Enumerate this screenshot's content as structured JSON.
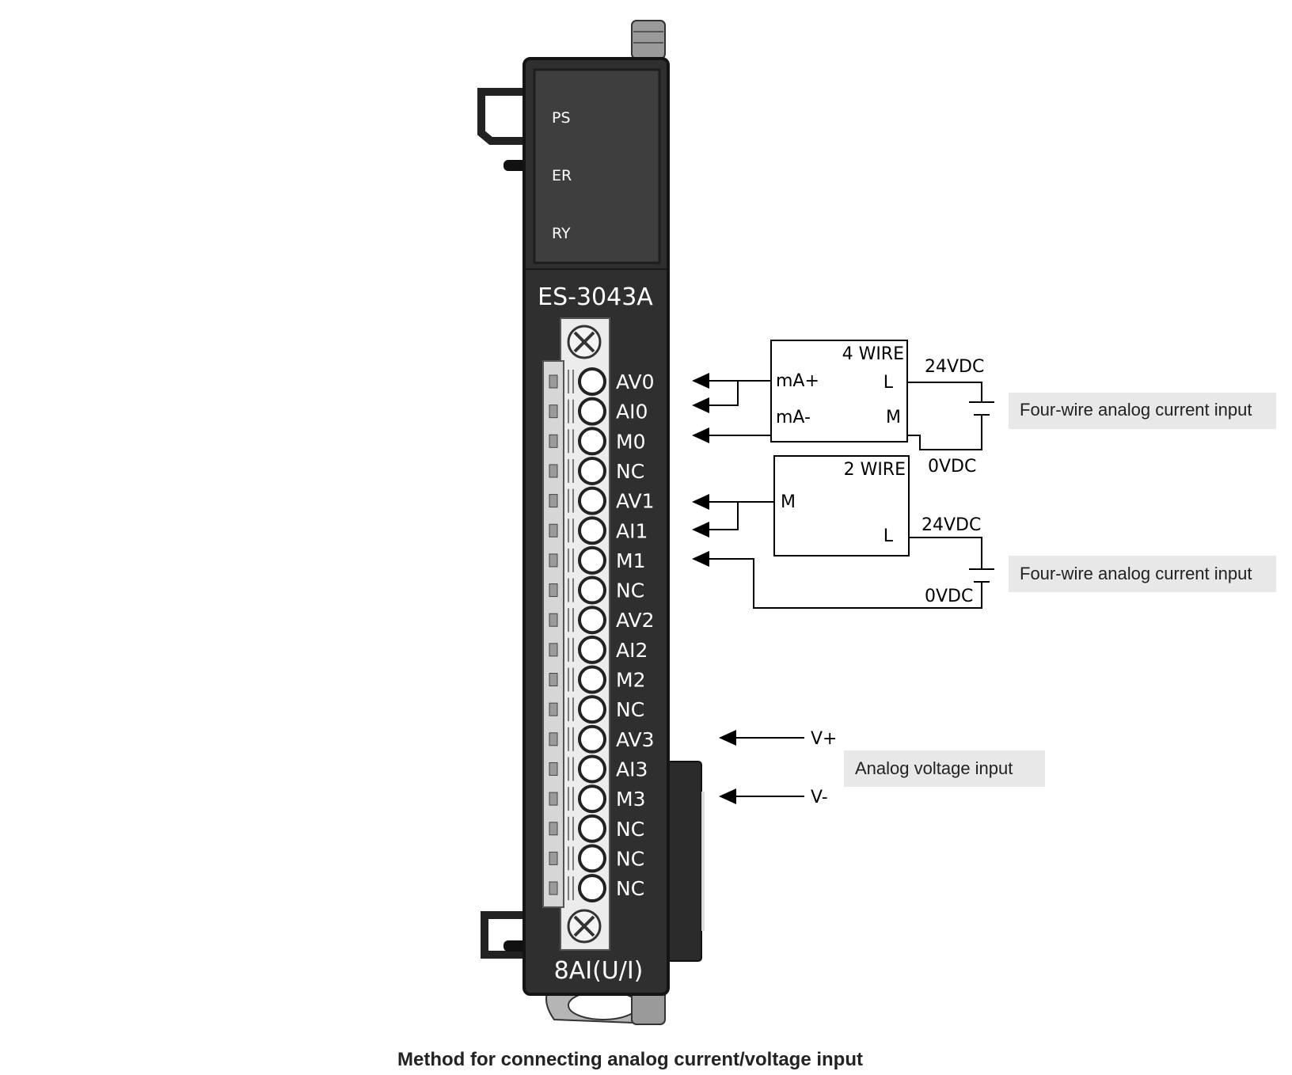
{
  "module": {
    "model": "ES-3043A",
    "type_label": "8AI(U/I)",
    "leds": [
      "PS",
      "ER",
      "RY"
    ],
    "terminals": [
      "AV0",
      "AI0",
      "M0",
      "NC",
      "AV1",
      "AI1",
      "M1",
      "NC",
      "AV2",
      "AI2",
      "M2",
      "NC",
      "AV3",
      "AI3",
      "M3",
      "NC",
      "NC",
      "NC"
    ]
  },
  "four_wire": {
    "title": "4 WIRE",
    "pin_mA_plus": "mA+",
    "pin_mA_minus": "mA-",
    "pin_L": "L",
    "pin_M": "M",
    "supply_plus": "24VDC",
    "supply_minus": "0VDC",
    "annotation": "Four-wire analog current input"
  },
  "two_wire": {
    "title": "2 WIRE",
    "pin_M": "M",
    "pin_L": "L",
    "supply_plus": "24VDC",
    "supply_minus": "0VDC",
    "annotation": "Four-wire analog current input"
  },
  "voltage": {
    "plus": "V+",
    "minus": "V-",
    "annotation": "Analog voltage input"
  },
  "caption": "Method for connecting analog current/voltage input",
  "colors": {
    "module_body": "#2f2f2f",
    "module_edge": "#1a1a1a",
    "terminal_block": "#e6e6e6",
    "annotation_bg": "#e8e8e8"
  }
}
